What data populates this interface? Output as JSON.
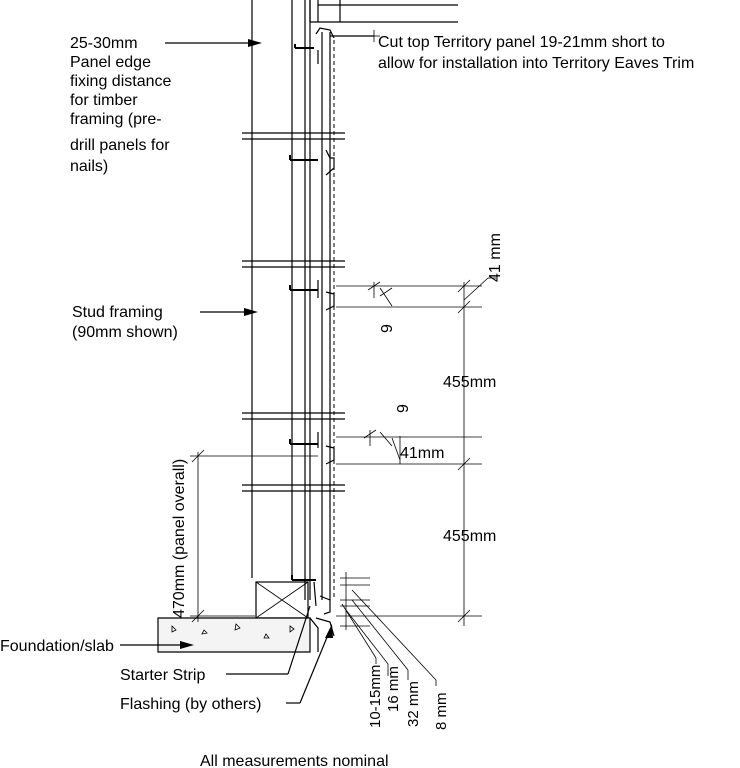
{
  "labels": {
    "edge_fixing": [
      "25-30mm",
      "Panel edge",
      "fixing distance",
      "for timber",
      "framing (pre-",
      "drill panels for",
      "nails)"
    ],
    "cut_top": [
      "Cut top Territory panel 19-21mm short to",
      "allow for installation into Territory Eaves Trim"
    ],
    "stud_framing": [
      "Stud framing",
      "(90mm shown)"
    ],
    "foundation": "Foundation/slab",
    "starter_strip": "Starter Strip",
    "flashing": "Flashing (by others)",
    "footer": "All measurements nominal"
  },
  "dimensions": {
    "dim_41_top": "41 mm",
    "dim_9_top": "9",
    "dim_455_upper": "455mm",
    "dim_9_lower": "9",
    "dim_41_lower": "41mm",
    "dim_455_lower": "455mm",
    "dim_470": "470mm (panel overall)",
    "dim_10_15": "10-15mm",
    "dim_16": "16 mm",
    "dim_32": "32 mm",
    "dim_8": "8 mm"
  }
}
